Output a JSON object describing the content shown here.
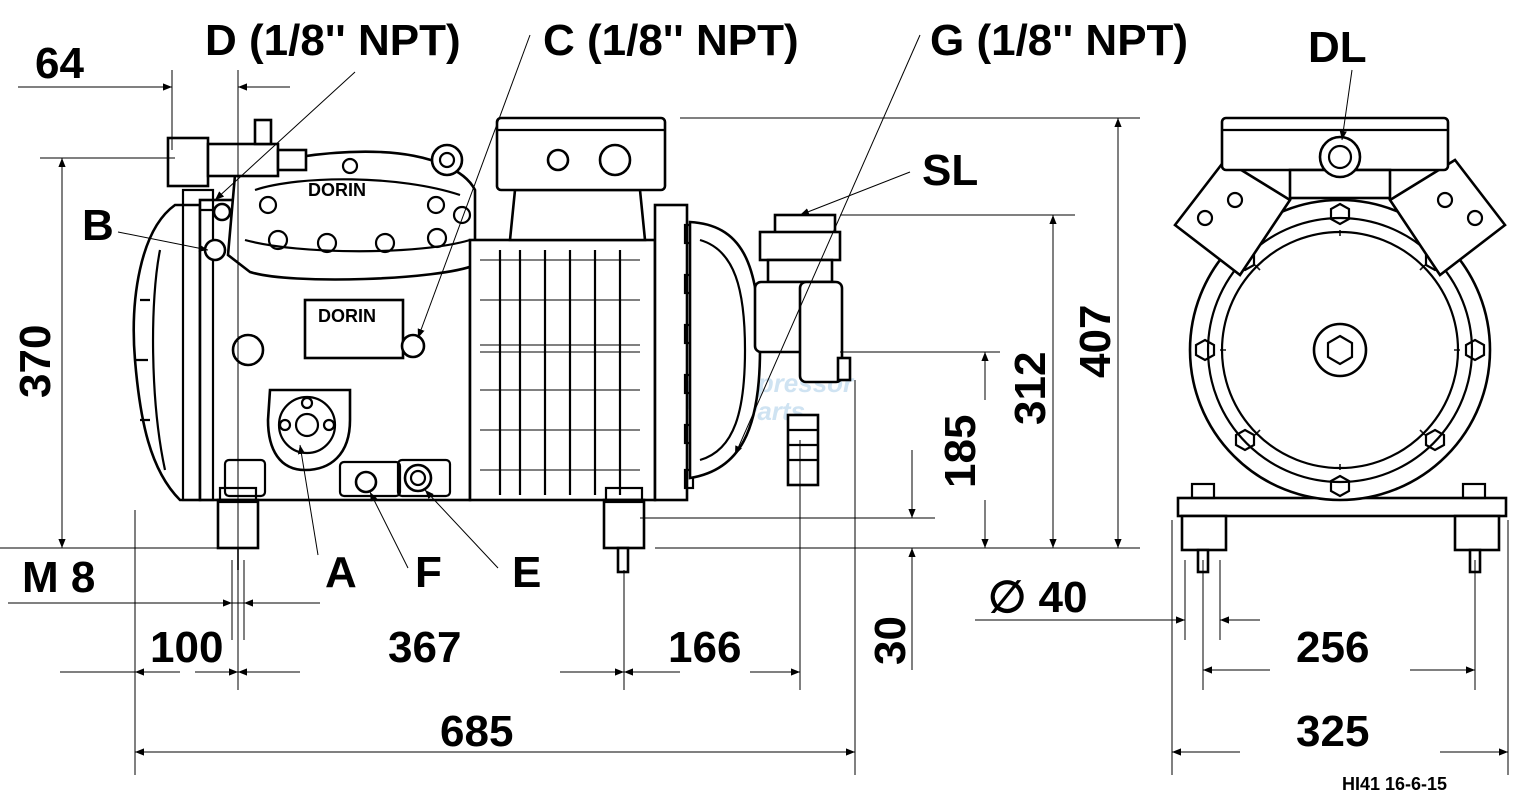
{
  "dimensions": {
    "d64": "64",
    "d370": "370",
    "m8": "M 8",
    "d100": "100",
    "d367": "367",
    "d166": "166",
    "d685": "685",
    "d30": "30",
    "d185": "185",
    "d312": "312",
    "d407": "407",
    "dia40": "∅ 40",
    "d256": "256",
    "d325": "325"
  },
  "labels": {
    "d_port": "D (1/8'' NPT)",
    "c_port": "C (1/8'' NPT)",
    "g_port": "G (1/8'' NPT)",
    "sl": "SL",
    "dl": "DL",
    "b": "B",
    "a": "A",
    "f": "F",
    "e": "E"
  },
  "nameplate": {
    "head_brand": "DORIN",
    "plate_brand": "DORIN"
  },
  "watermark": {
    "line1": "Compressor",
    "line2": "Parts"
  },
  "drawing_ref": "HI41 16-6-15"
}
